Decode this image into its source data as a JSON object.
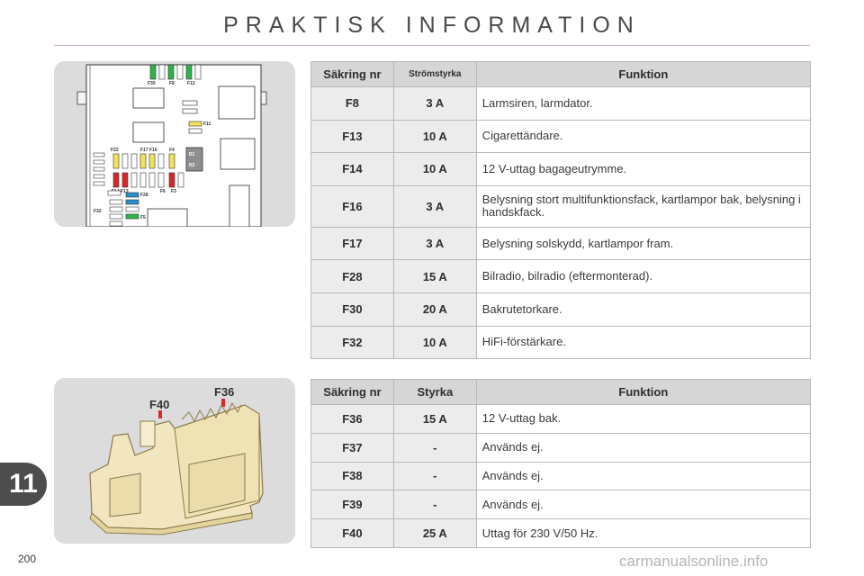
{
  "header": {
    "title": "PRAKTISK INFORMATION"
  },
  "figure_top": {
    "labels": {
      "f30": "F30",
      "f8": "F8",
      "f12": "F12",
      "f11": "F11",
      "f22": "F22",
      "f17f16": "F17 F16",
      "f4": "F4",
      "r1": "R1",
      "r2": "R2",
      "f14f13": "F14 F13",
      "f6": "F6",
      "f3": "F3",
      "f28": "F28",
      "f32": "F32",
      "f5": "F5"
    }
  },
  "figure_bottom": {
    "labels": {
      "f40": "F40",
      "f36": "F36"
    }
  },
  "table1": {
    "headers": {
      "fuse": "Säkring nr",
      "rating": "Strömstyrka",
      "function": "Funktion"
    },
    "rows": [
      {
        "fuse": "F8",
        "rating": "3 A",
        "function": "Larmsiren, larmdator."
      },
      {
        "fuse": "F13",
        "rating": "10 A",
        "function": "Cigarettändare."
      },
      {
        "fuse": "F14",
        "rating": "10 A",
        "function": "12 V-uttag bagageutrymme."
      },
      {
        "fuse": "F16",
        "rating": "3 A",
        "function": "Belysning stort multifunktionsfack, kartlampor bak, belysning i handskfack."
      },
      {
        "fuse": "F17",
        "rating": "3 A",
        "function": "Belysning solskydd, kartlampor fram."
      },
      {
        "fuse": "F28",
        "rating": "15 A",
        "function": "Bilradio, bilradio (eftermonterad)."
      },
      {
        "fuse": "F30",
        "rating": "20 A",
        "function": "Bakrutetorkare."
      },
      {
        "fuse": "F32",
        "rating": "10 A",
        "function": "HiFi-förstärkare."
      }
    ]
  },
  "table2": {
    "headers": {
      "fuse": "Säkring nr",
      "rating": "Styrka",
      "function": "Funktion"
    },
    "rows": [
      {
        "fuse": "F36",
        "rating": "15 A",
        "function": "12 V-uttag bak."
      },
      {
        "fuse": "F37",
        "rating": "-",
        "function": "Används ej."
      },
      {
        "fuse": "F38",
        "rating": "-",
        "function": "Används ej."
      },
      {
        "fuse": "F39",
        "rating": "-",
        "function": "Används ej."
      },
      {
        "fuse": "F40",
        "rating": "25 A",
        "function": "Uttag för 230 V/50 Hz."
      }
    ]
  },
  "footer": {
    "chapter": "11",
    "page_number": "200",
    "watermark": "carmanualsonline.info"
  },
  "colors": {
    "accent_rule": "#c9a8c4",
    "header_bg": "#d6d6d6",
    "cell_bg": "#ececec",
    "tab_bg": "#4d4d4d",
    "fuse_green": "#2fb34a",
    "fuse_yellow": "#f3e25a",
    "fuse_red": "#d9262b",
    "fuse_blue": "#2a8fd0",
    "pointer_red": "#e0262b"
  }
}
